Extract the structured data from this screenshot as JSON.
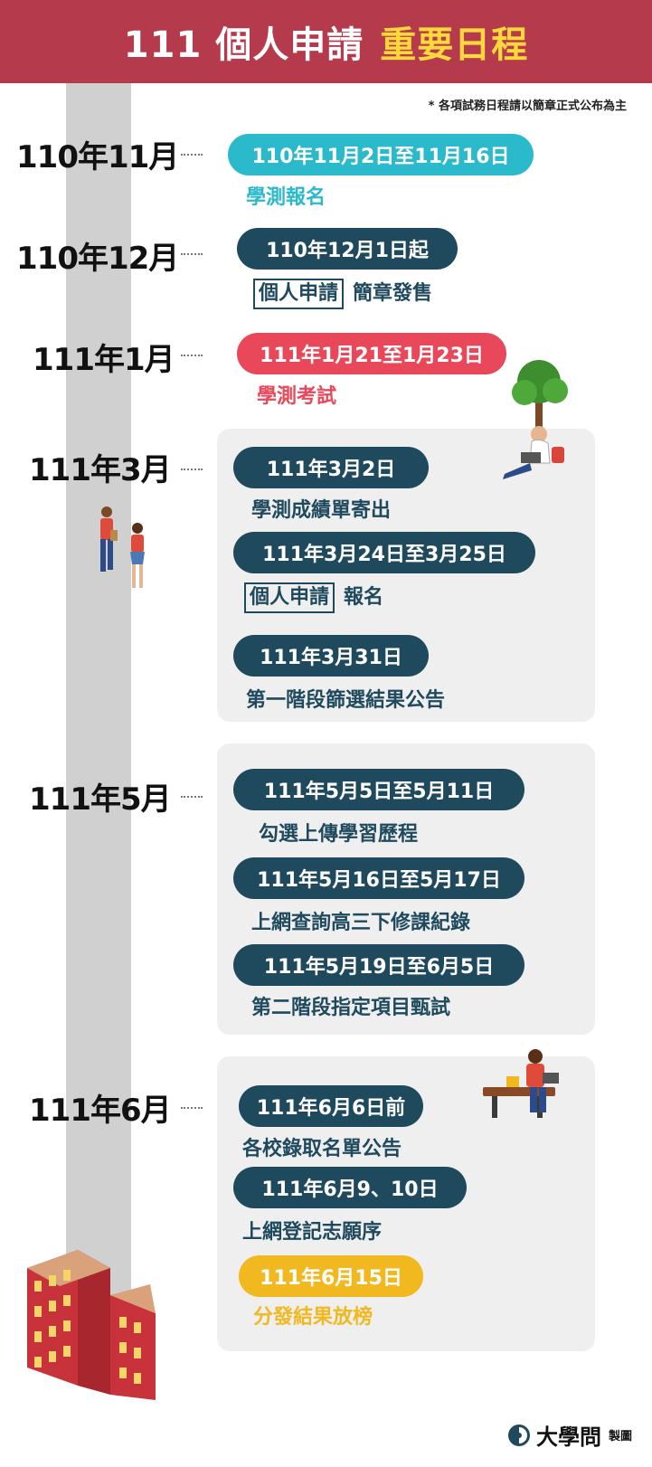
{
  "header": {
    "title_main": "111 個人申請",
    "title_highlight": "重要日程"
  },
  "note": "* 各項試務日程請以簡章正式公布為主",
  "colors": {
    "teal": "#2bbacc",
    "navy": "#1f4a5e",
    "red": "#e8485a",
    "yellow": "#f2b81f",
    "header": "#b53a4c",
    "highlight": "#ffd93b"
  },
  "months": [
    "110年11月",
    "110年12月",
    "111年1月",
    "111年3月",
    "111年5月",
    "111年6月"
  ],
  "events": [
    {
      "date": "110年11月2日至11月16日",
      "label": "學測報名"
    },
    {
      "date": "110年12月1日起",
      "box": "個人申請",
      "label": "簡章發售"
    },
    {
      "date": "111年1月21至1月23日",
      "label": "學測考試"
    },
    {
      "date": "111年3月2日",
      "label": "學測成績單寄出"
    },
    {
      "date": "111年3月24日至3月25日",
      "box": "個人申請",
      "label": "報名"
    },
    {
      "date": "111年3月31日",
      "label": "第一階段篩選結果公告"
    },
    {
      "date": "111年5月5日至5月11日",
      "label": "勾選上傳學習歷程"
    },
    {
      "date": "111年5月16日至5月17日",
      "label": "上網查詢高三下修課紀錄"
    },
    {
      "date": "111年5月19日至6月5日",
      "label": "第二階段指定項目甄試"
    },
    {
      "date": "111年6月6日前",
      "label": "各校錄取名單公告"
    },
    {
      "date": "111年6月9、10日",
      "label": "上網登記志願序"
    },
    {
      "date": "111年6月15日",
      "label": "分發結果放榜"
    }
  ],
  "footer": {
    "logo": "大學問",
    "suffix": "製圖"
  },
  "icons": {
    "logo": "logo-circle-icon"
  }
}
